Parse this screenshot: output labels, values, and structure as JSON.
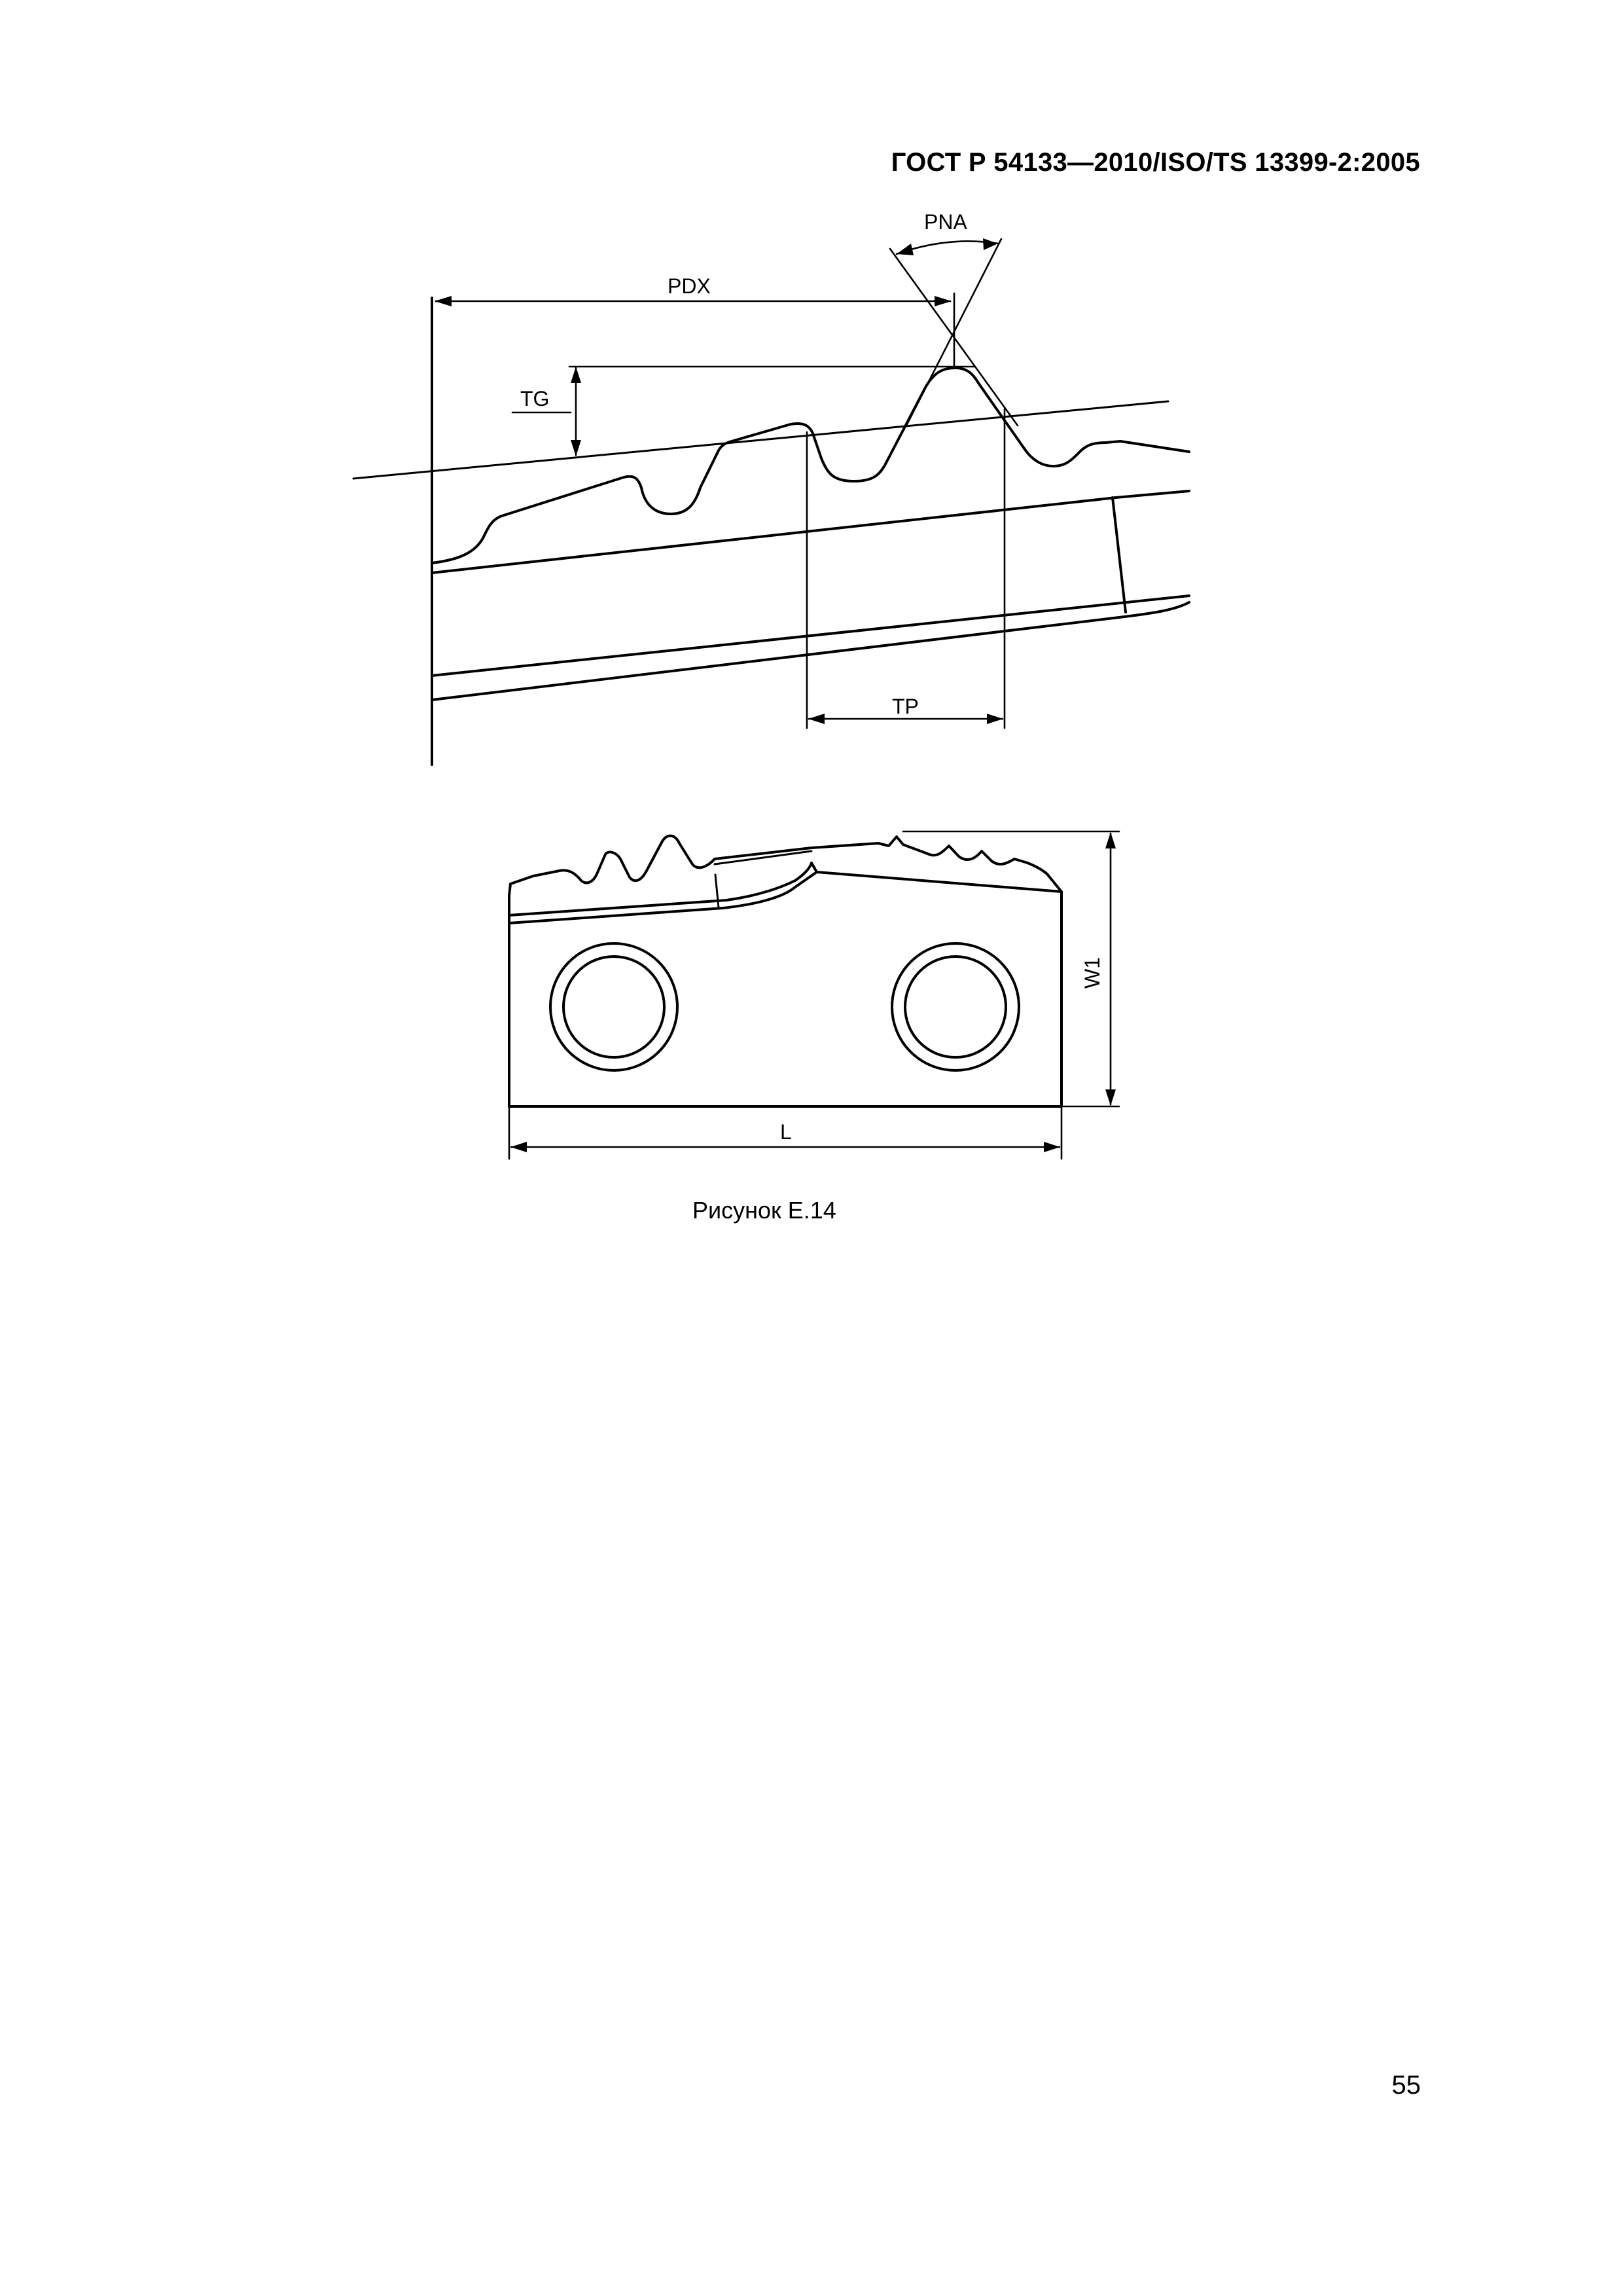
{
  "header": {
    "standard_id": "ГОСТ Р 54133—2010/ISO/TS 13399-2:2005"
  },
  "figure1": {
    "labels": {
      "pna": "PNA",
      "pdx": "PDX",
      "tg": "TG",
      "tp": "TP"
    }
  },
  "figure2": {
    "labels": {
      "w1": "W1",
      "l": "L"
    }
  },
  "caption": "Рисунок E.14",
  "page_number": "55"
}
